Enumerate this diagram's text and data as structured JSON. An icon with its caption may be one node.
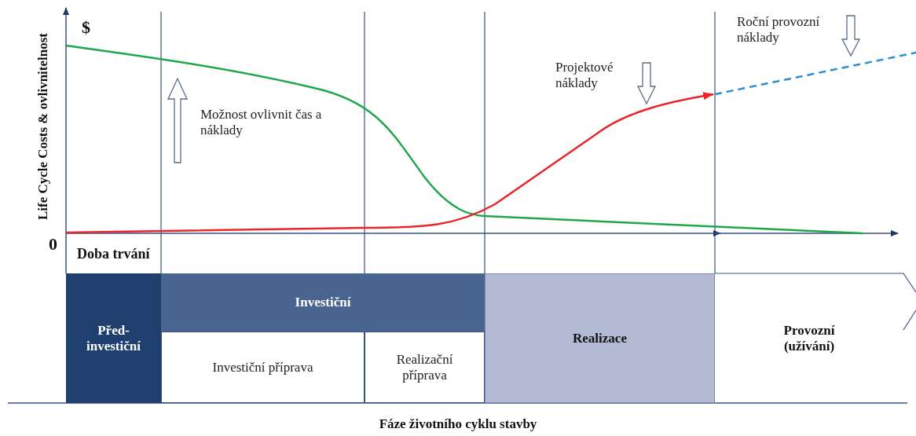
{
  "diagram": {
    "caption": "Fáze životního cyklu stavby",
    "nodes": [
      {
        "text": [
          "Před-investiční"
        ]
      },
      {
        "text": [
          "Investiční"
        ]
      },
      {
        "text": [
          "Investiční příprava"
        ]
      },
      {
        "text": [
          "Realizační příprava"
        ]
      },
      {
        "text": [
          "Realizace"
        ]
      },
      {
        "text": [
          "Provozní (užívání)"
        ]
      }
    ],
    "labels": [
      "$",
      "Life Cycle Costs & ovlivnitelnost",
      "Možnost ovlivnit čas a náklady",
      "Projektové náklady",
      "Roční provozní náklady",
      "0",
      "Doba trvání"
    ]
  }
}
